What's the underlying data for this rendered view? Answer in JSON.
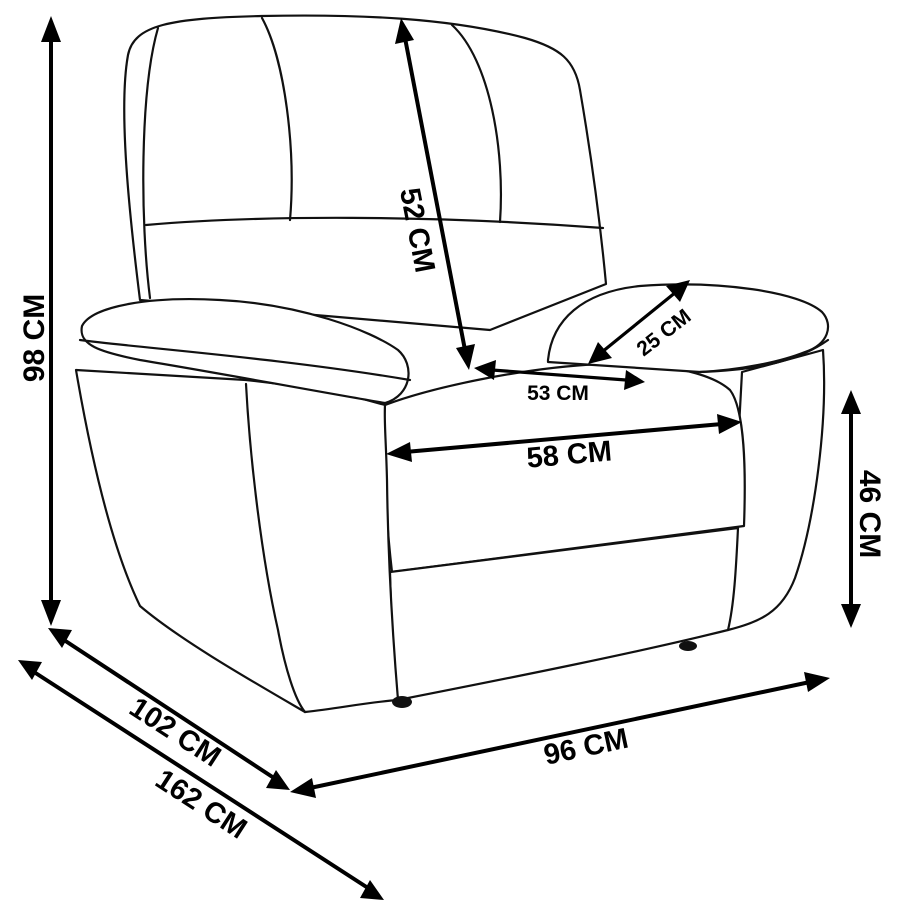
{
  "dimensions": {
    "total_height": "98 CM",
    "backrest_height": "52 CM",
    "seat_depth": "53 CM",
    "armrest_width": "25 CM",
    "seat_width": "58 CM",
    "seat_height": "46 CM",
    "depth": "102 CM",
    "reclined_depth": "162 CM",
    "width": "96 CM"
  },
  "colors": {
    "line": "#111111",
    "background": "#ffffff"
  }
}
